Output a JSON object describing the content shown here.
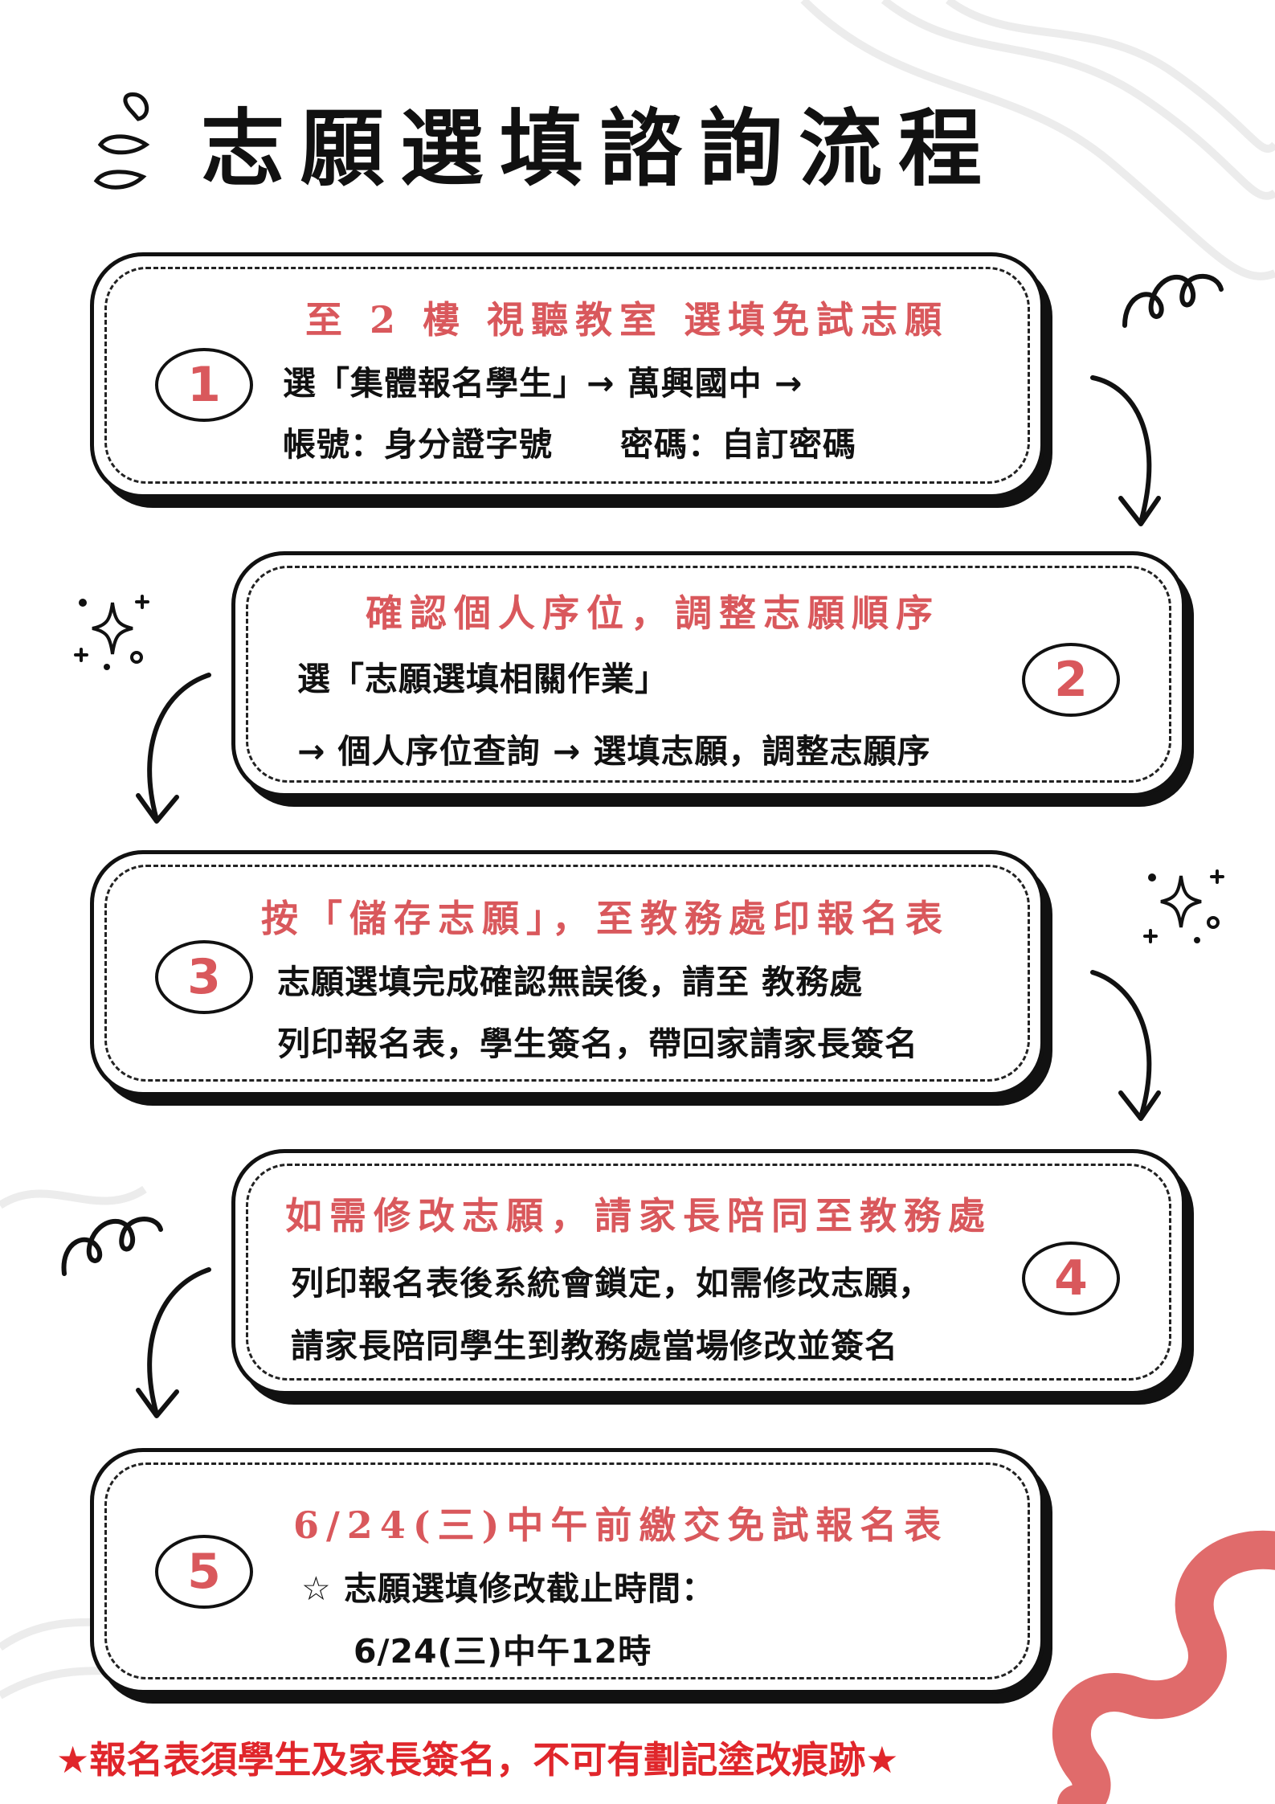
{
  "title": "志願選填諮詢流程",
  "steps": [
    {
      "number": "1",
      "heading": "至 2 樓 視聽教室 選填免試志願",
      "lines": [
        "選「集體報名學生」→ 萬興國中 →",
        "帳號：身分證字號　　密碼：自訂密碼"
      ]
    },
    {
      "number": "2",
      "heading": "確認個人序位，調整志願順序",
      "lines": [
        "選「志願選填相關作業」",
        "→ 個人序位查詢 → 選填志願，調整志願序"
      ]
    },
    {
      "number": "3",
      "heading": "按「儲存志願」，至教務處印報名表",
      "lines": [
        "志願選填完成確認無誤後，請至 教務處",
        "列印報名表，學生簽名，帶回家請家長簽名"
      ]
    },
    {
      "number": "4",
      "heading": "如需修改志願，請家長陪同至教務處",
      "lines": [
        "列印報名表後系統會鎖定，如需修改志願，",
        "請家長陪同學生到教務處當場修改並簽名"
      ]
    },
    {
      "number": "5",
      "heading": "6/24(三)中午前繳交免試報名表",
      "lines": [
        "☆ 志願選填修改截止時間：",
        "6/24(三)中午12時"
      ]
    }
  ],
  "notice": "★報名表須學生及家長簽名，不可有劃記塗改痕跡★",
  "colors": {
    "accent": "#d9585c",
    "notice": "#e0262b",
    "ink": "#111111",
    "wave": "#e06b6b"
  }
}
